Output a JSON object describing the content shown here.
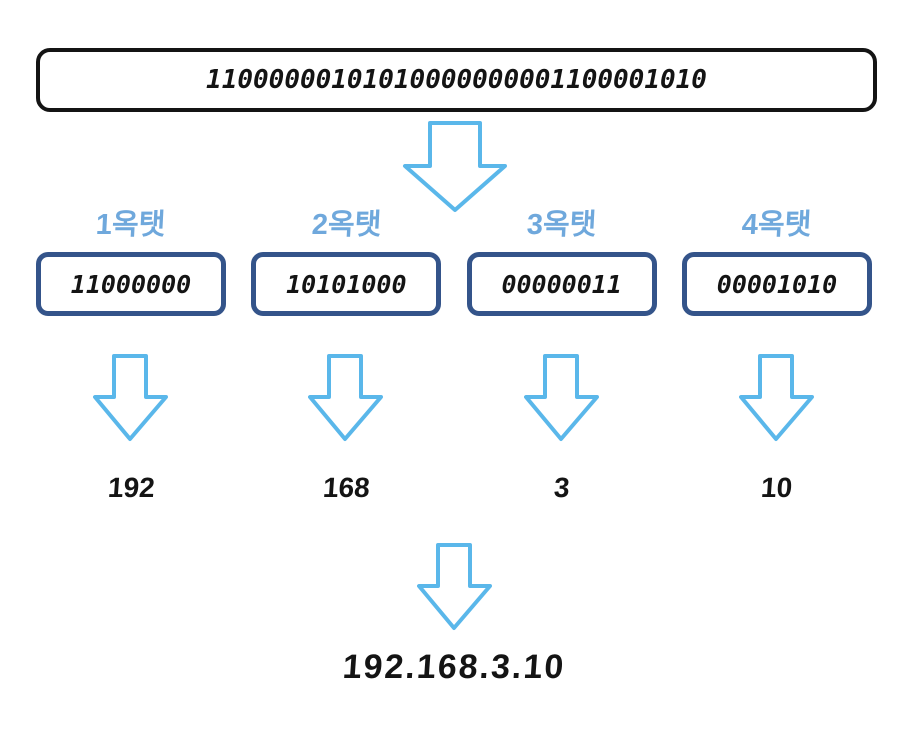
{
  "diagram": {
    "binary_full": "11000000101010000000001100001010",
    "octets": [
      {
        "label": "1옥탯",
        "binary": "11000000",
        "decimal": "192"
      },
      {
        "label": "2옥탯",
        "binary": "10101000",
        "decimal": "168"
      },
      {
        "label": "3옥탯",
        "binary": "00000011",
        "decimal": "3"
      },
      {
        "label": "4옥탯",
        "binary": "00001010",
        "decimal": "10"
      }
    ],
    "result_ip": "192.168.3.10"
  },
  "icons": {
    "down_arrow": "down-arrow-icon"
  },
  "colors": {
    "arrow_blue": "#5ab7ea",
    "label_blue": "#6fa8dc",
    "box_border_navy": "#34548a",
    "ink_black": "#141414",
    "background": "#ffffff"
  }
}
